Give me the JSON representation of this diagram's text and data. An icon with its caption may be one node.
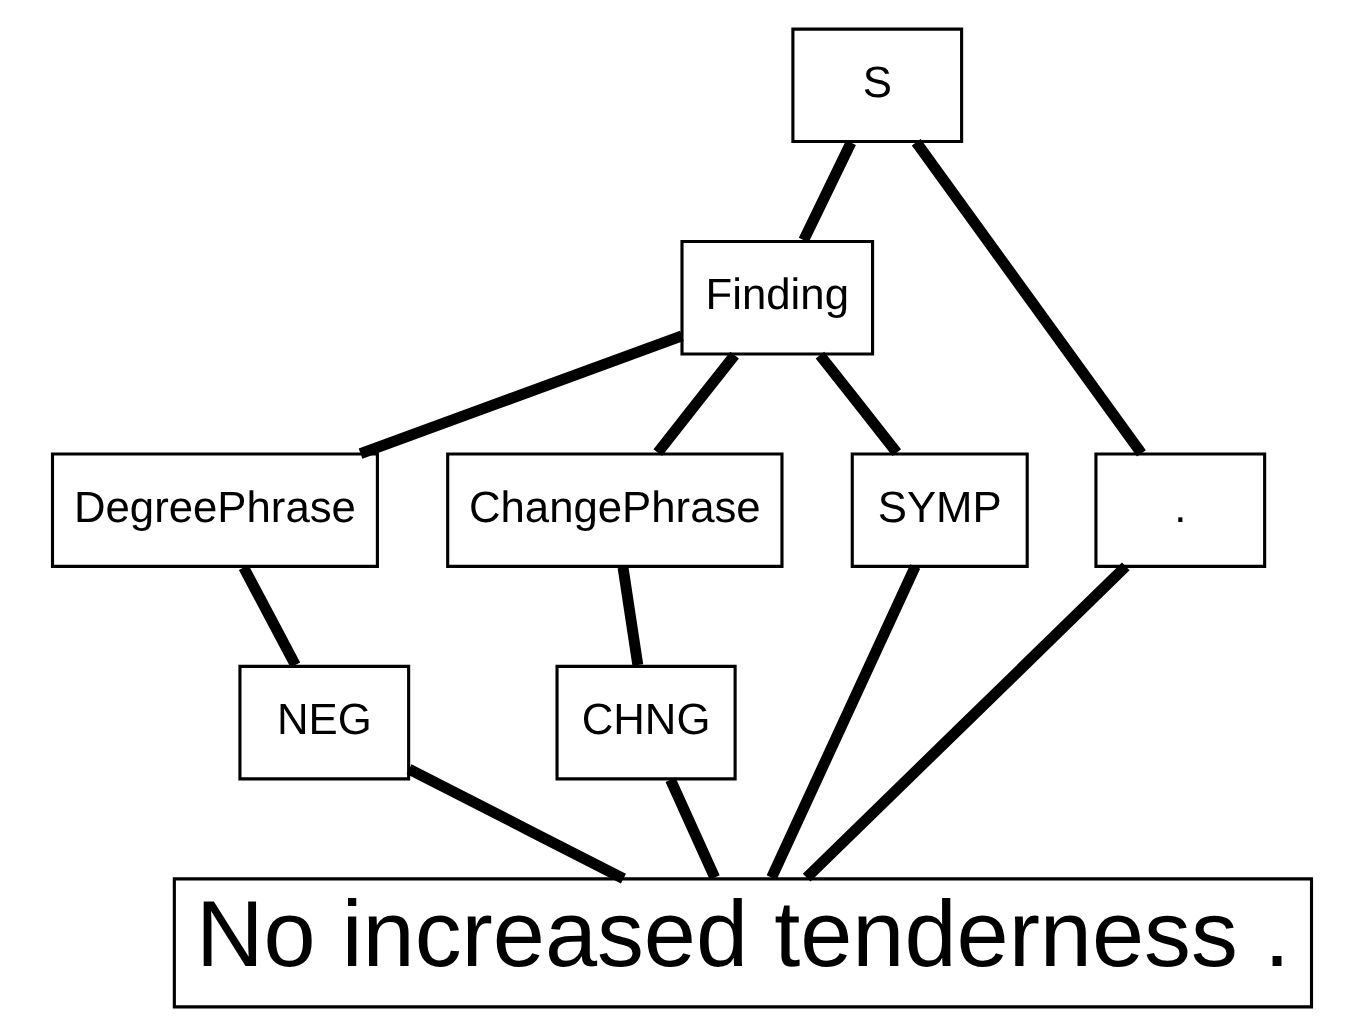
{
  "diagram": {
    "nodes": [
      {
        "text": [
          "S"
        ]
      },
      {
        "text": [
          "Finding"
        ]
      },
      {
        "text": [
          "."
        ]
      },
      {
        "text": [
          "DegreePhrase"
        ]
      },
      {
        "text": [
          "ChangePhrase"
        ]
      },
      {
        "text": [
          "SYMP"
        ]
      },
      {
        "text": [
          "NEG"
        ]
      },
      {
        "text": [
          "CHNG"
        ]
      },
      {
        "text": [
          "No increased tenderness ."
        ]
      }
    ],
    "edges": [
      {
        "from": 0,
        "to": 1,
        "arrow": "none"
      },
      {
        "from": 0,
        "to": 2,
        "arrow": "none"
      },
      {
        "from": 1,
        "to": 3,
        "arrow": "none"
      },
      {
        "from": 1,
        "to": 4,
        "arrow": "none"
      },
      {
        "from": 1,
        "to": 5,
        "arrow": "none"
      },
      {
        "from": 3,
        "to": 6,
        "arrow": "none"
      },
      {
        "from": 4,
        "to": 7,
        "arrow": "none"
      },
      {
        "from": 6,
        "to": 8,
        "arrow": "none"
      },
      {
        "from": 7,
        "to": 8,
        "arrow": "none"
      },
      {
        "from": 5,
        "to": 8,
        "arrow": "none"
      },
      {
        "from": 2,
        "to": 8,
        "arrow": "none"
      }
    ]
  }
}
